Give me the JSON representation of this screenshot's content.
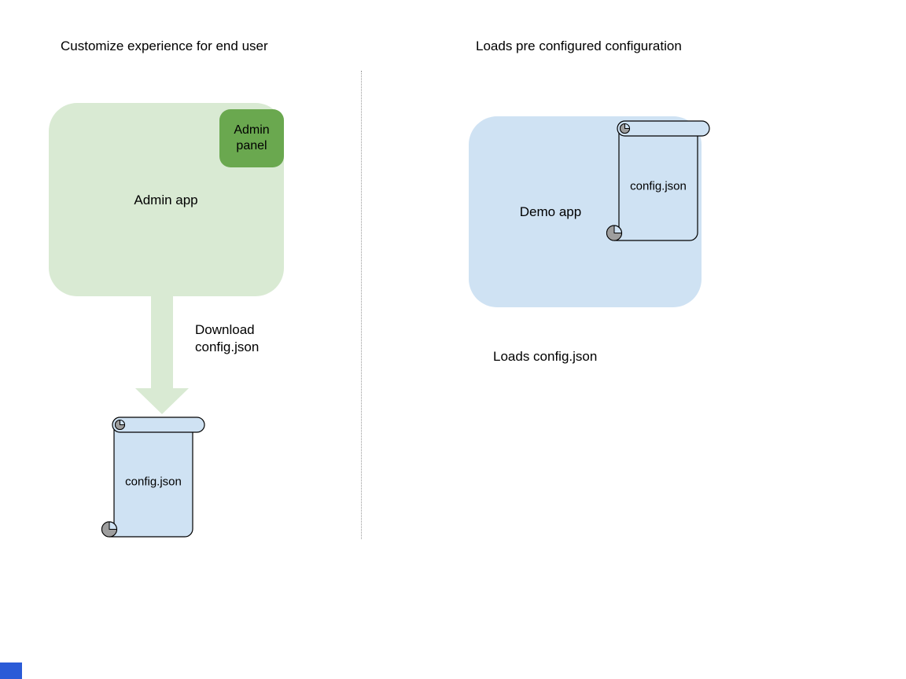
{
  "left_section": {
    "title": "Customize experience for end user",
    "admin_app": {
      "label": "Admin app",
      "panel_label": "Admin panel"
    },
    "arrow_label_line1": "Download",
    "arrow_label_line2": "config.json",
    "config_file": {
      "label": "config.json"
    }
  },
  "right_section": {
    "title": "Loads pre configured configuration",
    "demo_app": {
      "label": "Demo app"
    },
    "config_file": {
      "label": "config.json"
    },
    "caption": "Loads config.json"
  },
  "colors": {
    "app_box_green": "#d9ead3",
    "panel_badge_green": "#6aa84f",
    "app_box_blue": "#cfe2f3",
    "scroll_fill_blue": "#cfe2f3",
    "scroll_curl_gray": "#9e9e9e",
    "divider_gray": "#9a9a9a",
    "arrow_green": "#d9ead3",
    "bottom_left_rect_blue": "#2b5bd7",
    "text": "#000000"
  }
}
